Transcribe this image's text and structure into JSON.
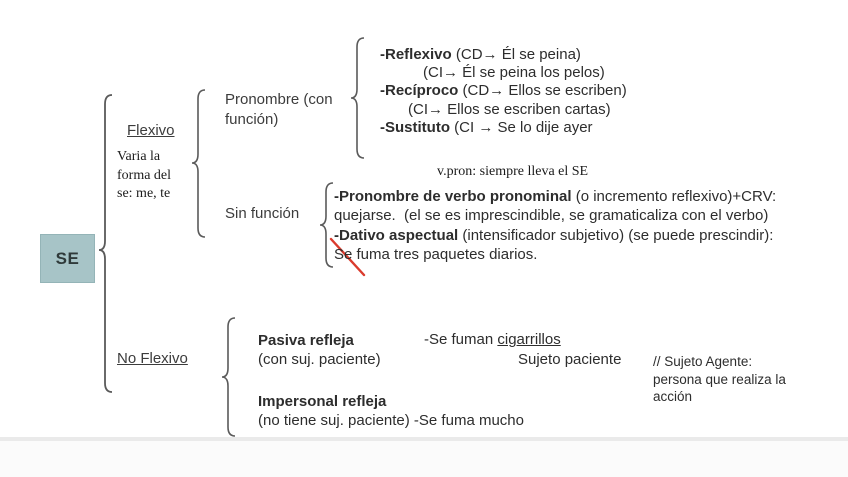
{
  "root_label": "SE",
  "branches": {
    "flexivo": {
      "label": "Flexivo",
      "note": [
        "Varia la",
        "forma del",
        "se: me, te"
      ]
    },
    "no_flexivo": {
      "label": "No Flexivo"
    }
  },
  "pronombre_group": {
    "label_l1": "Pronombre (con",
    "label_l2": "función)",
    "items": [
      {
        "bold": "-Reflexivo",
        "rest": " (CD→ Él se peina)"
      },
      {
        "bold": "",
        "rest": "(CI→ Él se peina los pelos)"
      },
      {
        "bold": "-Recíproco",
        "rest": " (CD→ Ellos se escriben)"
      },
      {
        "bold": "",
        "rest": "(CI→ Ellos se escriben cartas)"
      },
      {
        "bold": "-Sustituto",
        "rest": " (CI → Se lo dije ayer"
      }
    ]
  },
  "sin_funcion_group": {
    "label": "Sin función",
    "header": "v.pron: siempre lleva el SE",
    "items": [
      {
        "bold": "-Pronombre de verbo pronominal",
        "rest": " (o incremento reflexivo)+CRV:"
      },
      {
        "bold": "",
        "rest": "quejarse.  (el se es imprescindible, se gramaticaliza con el verbo)"
      },
      {
        "bold": "-Dativo aspectual",
        "rest": " (intensificador subjetivo) (se puede prescindir):"
      },
      {
        "bold": "",
        "rest": "Se fuma tres paquetes diarios."
      }
    ]
  },
  "pasiva": {
    "title": "Pasiva refleja",
    "subtitle": "(con suj. paciente)",
    "example_prefix": "-Se fuman ",
    "example_underline": "cigarrillos",
    "example_label": "Sujeto paciente"
  },
  "impersonal": {
    "title": "Impersonal refleja",
    "subtitle": "(no tiene suj. paciente) -Se fuma mucho"
  },
  "agent_note": [
    "// Sujeto Agente:",
    "persona que realiza la",
    "acción"
  ],
  "colors": {
    "box_bg": "#a7c4c7",
    "box_border": "#94b4b7",
    "brace": "#5a5a5a",
    "slash": "#da3b2d"
  }
}
